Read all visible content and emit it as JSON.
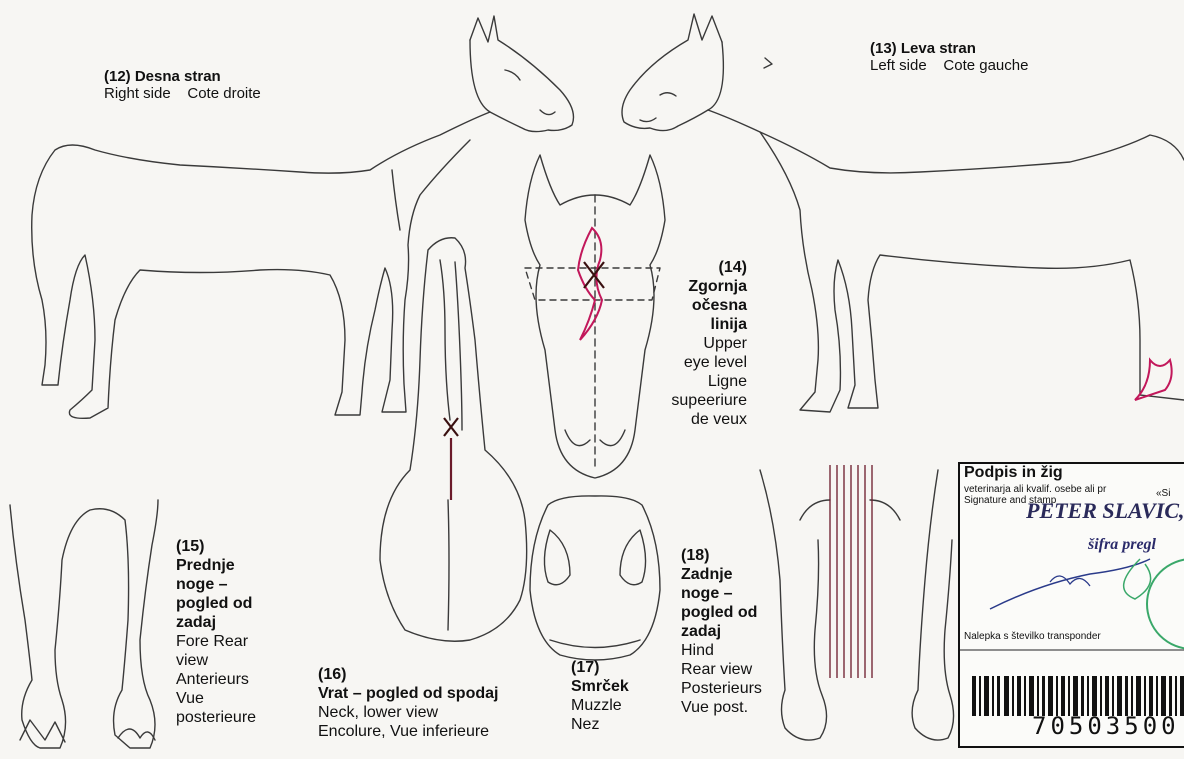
{
  "labels": {
    "l12": {
      "title": "(12) Desna stran",
      "en": "Right side",
      "fr": "Cote droite"
    },
    "l13": {
      "title": "(13) Leva stran",
      "en": "Left side",
      "fr": "Cote gauche"
    },
    "l14": {
      "num": "(14)",
      "t1": "Zgornja",
      "t2": "očesna",
      "t3": "linija",
      "e1": "Upper",
      "e2": "eye level",
      "f1": "Ligne",
      "f2": "supeeriure",
      "f3": "de veux"
    },
    "l15": {
      "num": "(15)",
      "t1": "Prednje",
      "t2": "noge –",
      "t3": "pogled od",
      "t4": "zadaj",
      "e1": "Fore Rear",
      "e2": "view",
      "f1": "Anterieurs",
      "f2": "Vue",
      "f3": "posterieure"
    },
    "l16": {
      "num": "(16)",
      "title": "Vrat – pogled od spodaj",
      "en": "Neck, lower view",
      "fr": "Encolure, Vue inferieure"
    },
    "l17": {
      "num": "(17)",
      "title": "Smrček",
      "en": "Muzzle",
      "fr": "Nez"
    },
    "l18": {
      "num": "(18)",
      "t1": "Zadnje",
      "t2": "noge –",
      "t3": "pogled od",
      "t4": "zadaj",
      "e1": "Hind",
      "e2": "Rear view",
      "f1": "Posterieurs",
      "f2": "Vue  post."
    }
  },
  "stamp": {
    "title": "Podpis in žig",
    "line1": "veterinarja ali kvalif. osebe ali pr",
    "line2": "Signature and stamp",
    "line2b": "«Si",
    "vet_name": "PETER SLAVIC, d",
    "sifra": "šifra pregl",
    "sticker": "Nalepka s številko transponder",
    "barcode_number": "70503500"
  },
  "colors": {
    "line": "#3a3a3a",
    "marking": "#c2185b",
    "x_mark": "#3a1010",
    "ink_blue": "#2a3a8a",
    "seal_green": "#3aa86a"
  }
}
